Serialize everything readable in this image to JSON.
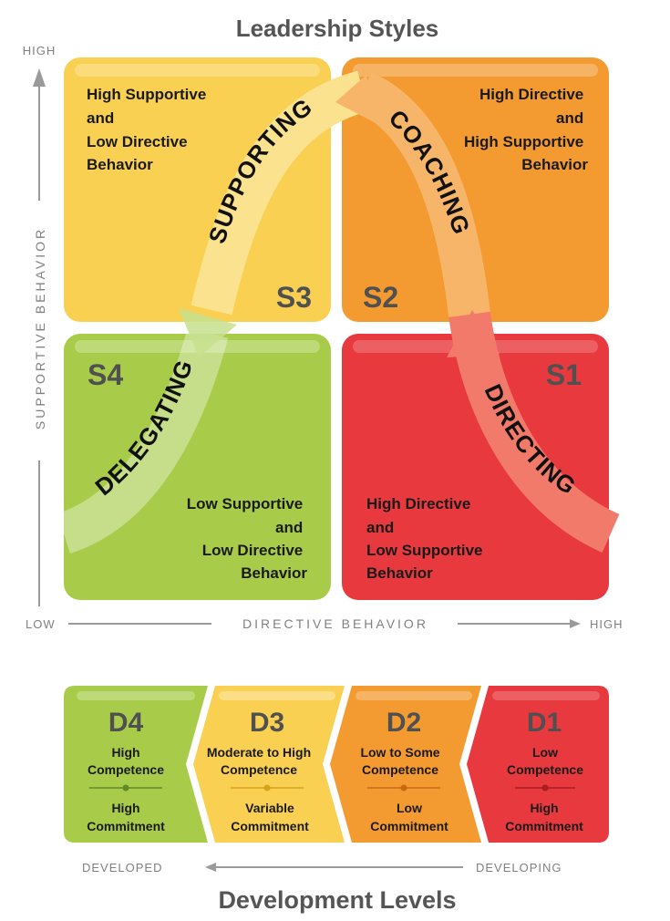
{
  "title": "Leadership Styles",
  "footer_title": "Development Levels",
  "axes": {
    "y_label": "SUPPORTIVE BEHAVIOR",
    "y_high": "HIGH",
    "x_label": "DIRECTIVE BEHAVIOR",
    "x_low": "LOW",
    "x_high": "HIGH",
    "dev_left": "DEVELOPED",
    "dev_right": "DEVELOPING"
  },
  "quadrants": {
    "s3": {
      "code": "S3",
      "lines": [
        "High Supportive",
        "and",
        "Low Directive",
        "Behavior"
      ],
      "color": "#F9D052"
    },
    "s2": {
      "code": "S2",
      "lines": [
        "High Directive",
        "and",
        "High Supportive",
        "Behavior"
      ],
      "color": "#F39A30"
    },
    "s4": {
      "code": "S4",
      "lines": [
        "Low Supportive",
        "and",
        "Low Directive",
        "Behavior"
      ],
      "color": "#A8CC4A"
    },
    "s1": {
      "code": "S1",
      "lines": [
        "High Directive",
        "and",
        "Low Supportive",
        "Behavior"
      ],
      "color": "#E8393E"
    }
  },
  "styles": {
    "supporting": "SUPPORTING",
    "coaching": "COACHING",
    "delegating": "DELEGATING",
    "directing": "DIRECTING"
  },
  "levels": [
    {
      "code": "D4",
      "competence": [
        "High",
        "Competence"
      ],
      "commitment": [
        "High",
        "Commitment"
      ],
      "color": "#A8CC4A"
    },
    {
      "code": "D3",
      "competence": [
        "Moderate to High",
        "Competence"
      ],
      "commitment": [
        "Variable",
        "Commitment"
      ],
      "color": "#F9D052"
    },
    {
      "code": "D2",
      "competence": [
        "Low to Some",
        "Competence"
      ],
      "commitment": [
        "Low",
        "Commitment"
      ],
      "color": "#F39A30"
    },
    {
      "code": "D1",
      "competence": [
        "Low",
        "Competence"
      ],
      "commitment": [
        "High",
        "Commitment"
      ],
      "color": "#E8393E"
    }
  ]
}
